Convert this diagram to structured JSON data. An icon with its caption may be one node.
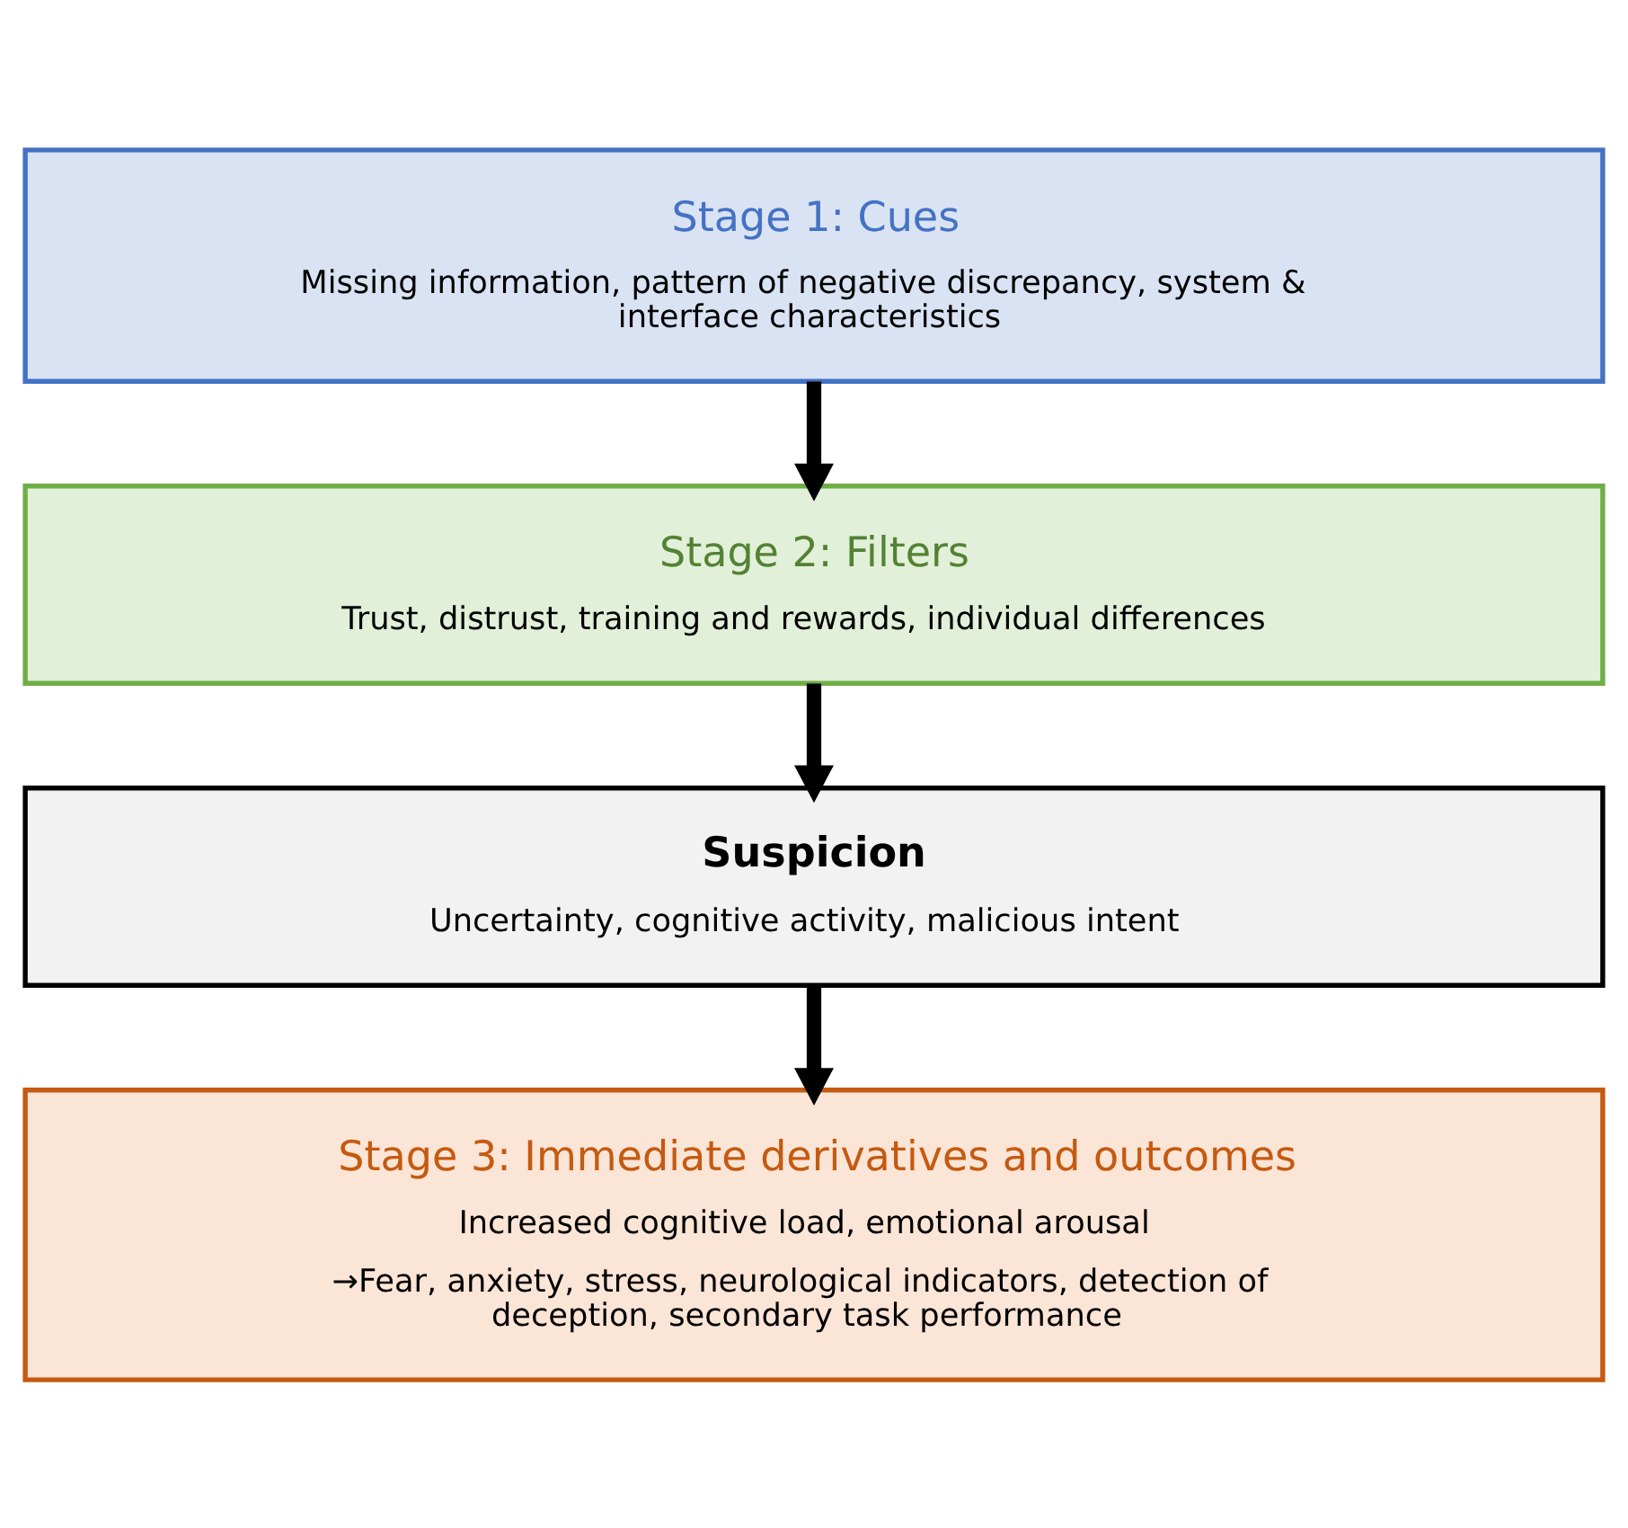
{
  "diagram": {
    "nodes": [
      {
        "text": [
          "Stage 1: Cues",
          "Missing information, pattern of negative discrepancy, system & interface characteristics"
        ]
      },
      {
        "text": [
          "Stage 2: Filters",
          "Trust, distrust, training and rewards, individual differences"
        ]
      },
      {
        "text": [
          "Suspicion",
          "Uncertainty, cognitive activity, malicious intent"
        ]
      },
      {
        "text": [
          "Stage 3: Immediate derivatives and outcomes",
          "Increased cognitive load, emotional arousal",
          "→Fear, anxiety, stress, neurological indicators, detection of deception, secondary task performance"
        ]
      }
    ],
    "edges": [
      {
        "from": 0,
        "to": 1,
        "arrow": "to"
      },
      {
        "from": 1,
        "to": 2,
        "arrow": "to"
      },
      {
        "from": 2,
        "to": 3,
        "arrow": "to"
      }
    ]
  }
}
